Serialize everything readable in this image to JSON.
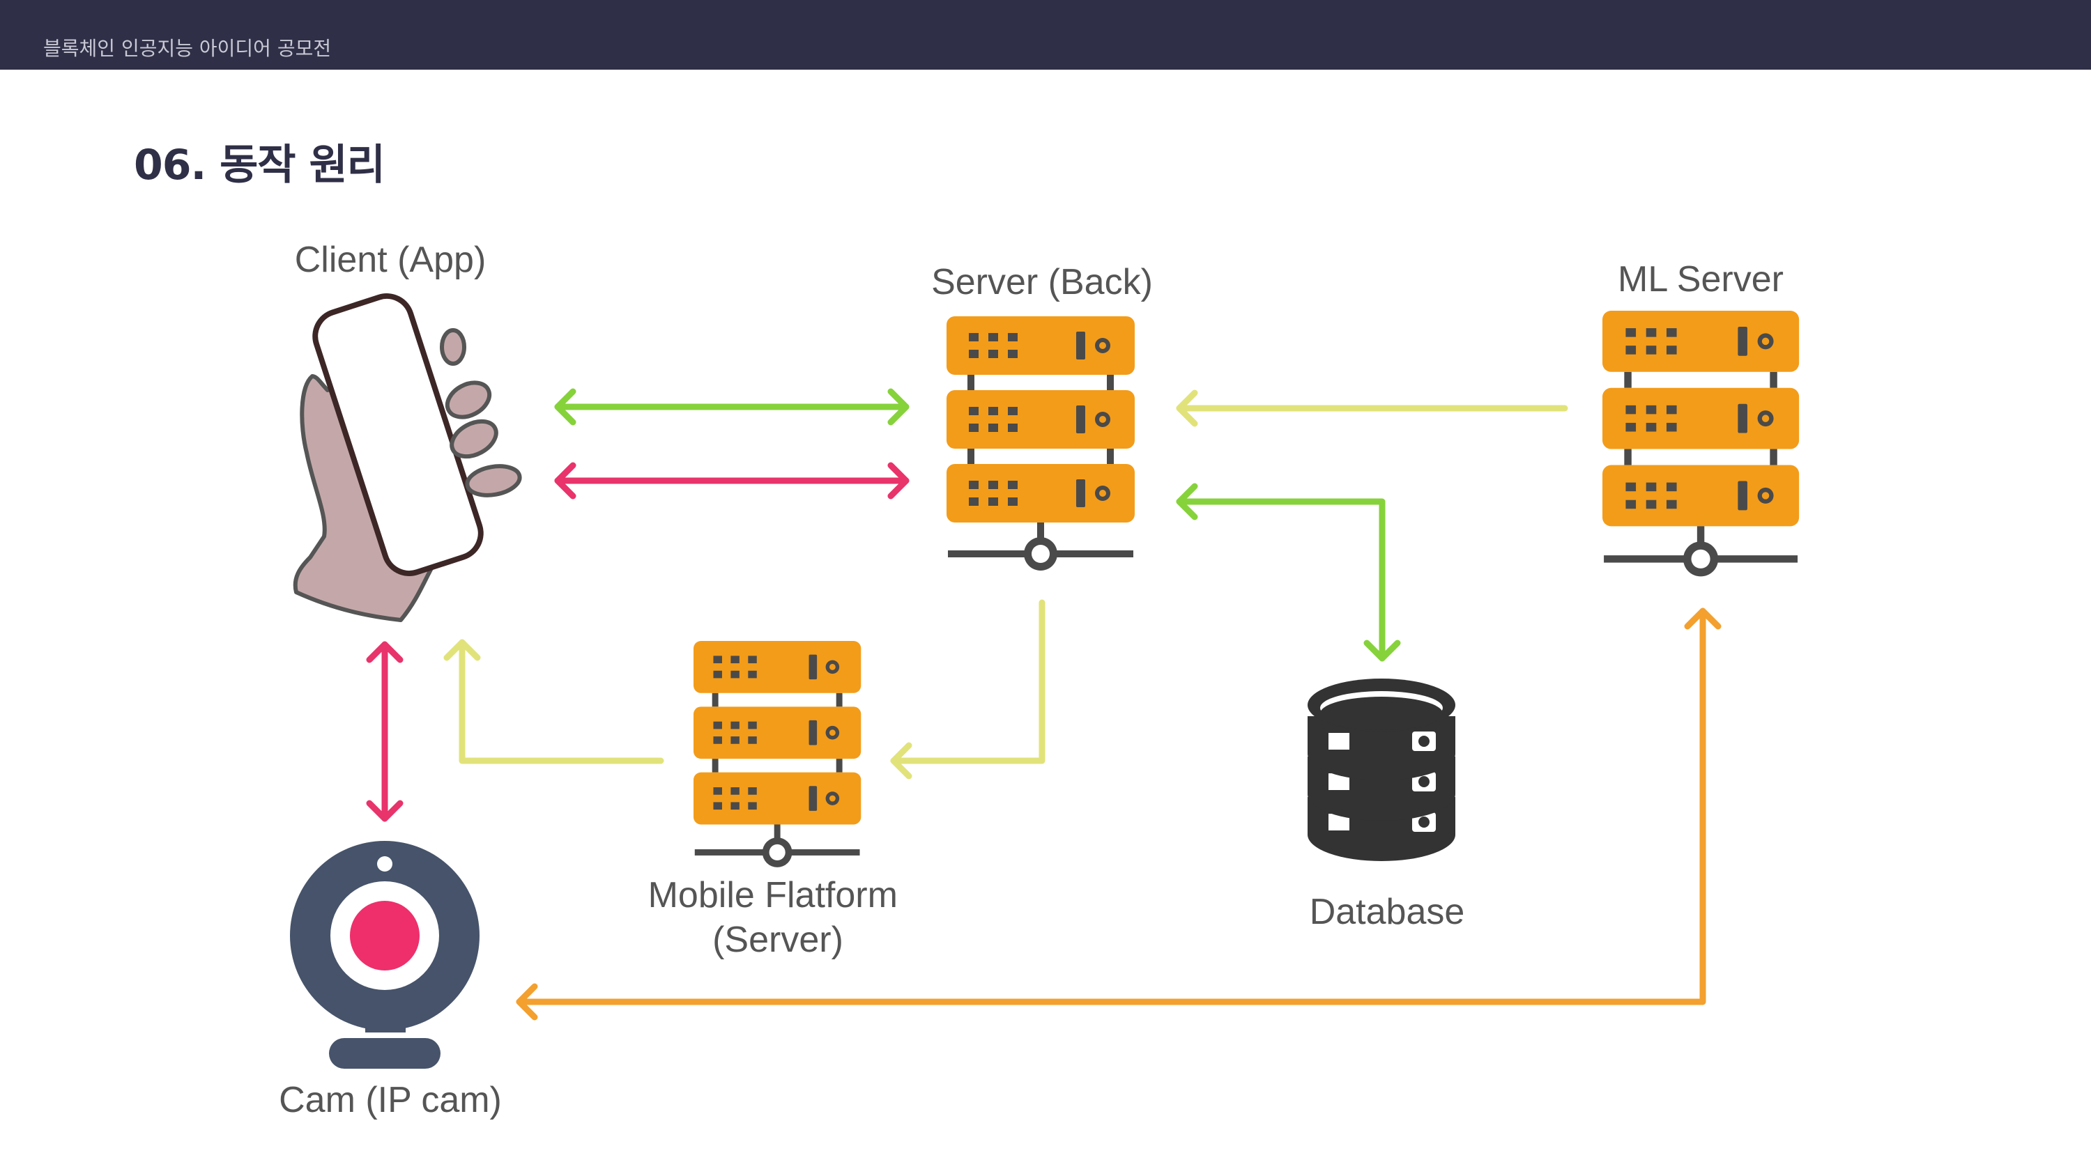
{
  "header": {
    "title": "블록체인 인공지능 아이디어 공모전"
  },
  "page": {
    "title": "06. 동작 원리"
  },
  "nodes": {
    "client": {
      "label": "Client (App)"
    },
    "server_back": {
      "label": "Server (Back)"
    },
    "ml_server": {
      "label": "ML Server"
    },
    "mobile_platform": {
      "label_line1": "Mobile Flatform",
      "label_line2": "(Server)"
    },
    "database": {
      "label": "Database"
    },
    "cam": {
      "label": "Cam (IP cam)"
    }
  },
  "colors": {
    "header_bg": "#2f2f47",
    "server_orange": "#f39c1a",
    "green": "#86d23b",
    "pink": "#e8336b",
    "yellow": "#e1e37a",
    "orange_arrow": "#f3a02e",
    "dark": "#333333",
    "cam_body": "#46536a"
  },
  "icons": [
    "phone-in-hand-icon",
    "server-rack-icon",
    "database-icon",
    "webcam-icon"
  ]
}
